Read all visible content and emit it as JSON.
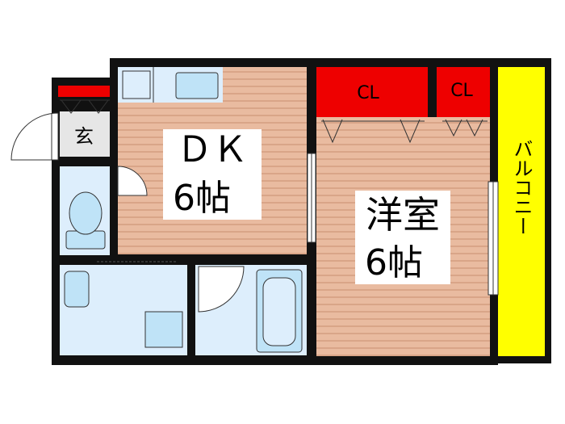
{
  "rooms": {
    "dk": {
      "name": "ＤＫ",
      "size": "6帖"
    },
    "western": {
      "name": "洋室",
      "size": "6帖"
    },
    "entrance": {
      "name": "玄"
    },
    "closet_large": {
      "name": "CL"
    },
    "closet_small": {
      "name": "CL"
    },
    "balcony": {
      "name": "バルコニー"
    }
  },
  "colors": {
    "wall": "#111111",
    "floor_wood": "#e9bba0",
    "floor_tile": "#ddeefc",
    "closet": "#ee0000",
    "balcony": "#ffff00",
    "entrance": "#e6e6e6",
    "fixture": "#bfe3f7"
  }
}
